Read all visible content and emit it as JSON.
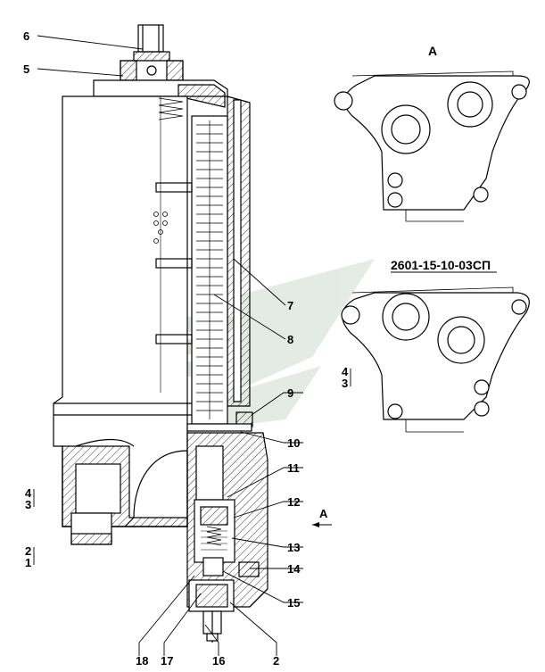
{
  "view_title": "А",
  "variant_title": "2601-15-10-03СП",
  "view_arrow_label": "А",
  "callouts": [
    "6",
    "5",
    "7",
    "8",
    "9",
    "10",
    "11",
    "12",
    "13",
    "14",
    "15",
    "18",
    "17",
    "16",
    "2"
  ],
  "stack_labels": {
    "left_upper": {
      "top": "4",
      "bottom": "3"
    },
    "left_lower": {
      "top": "2",
      "bottom": "1"
    },
    "right_variant": {
      "top": "4",
      "bottom": "3"
    }
  }
}
